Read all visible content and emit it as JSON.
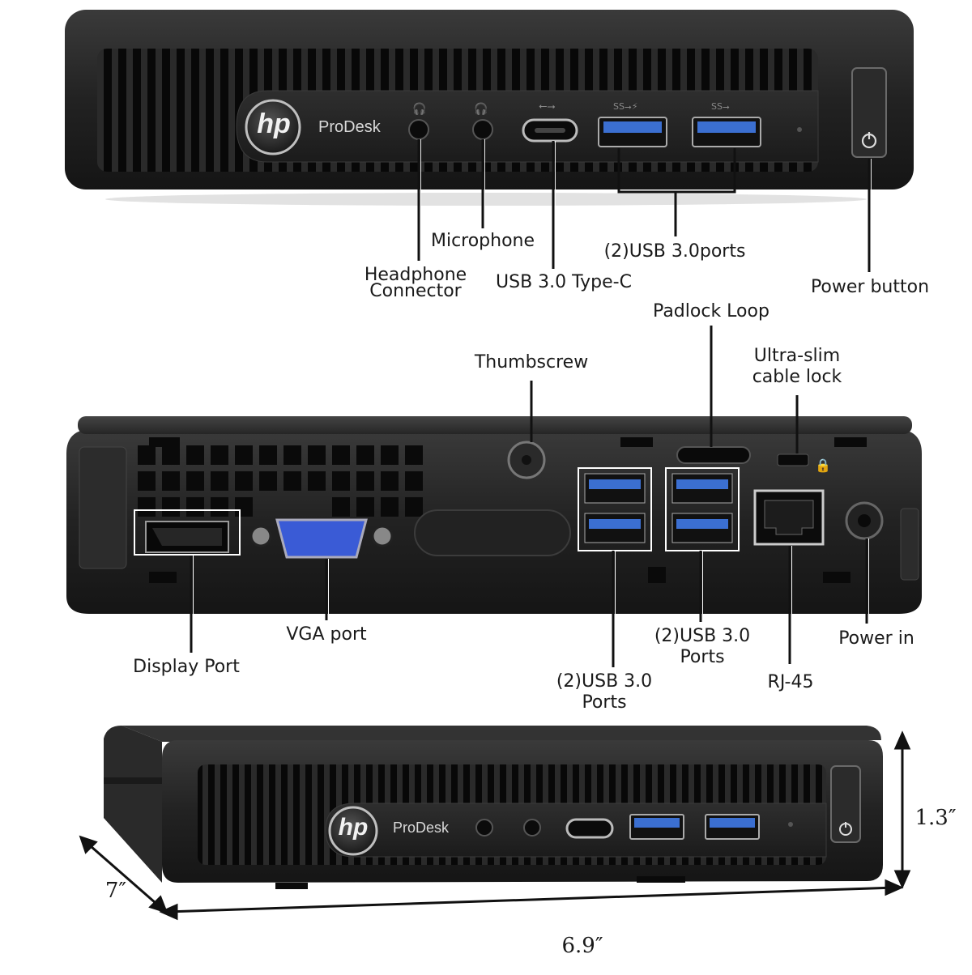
{
  "front": {
    "brand": "ProDesk",
    "logo": "hp",
    "labels": {
      "headphone": [
        "Headphone",
        "Connector"
      ],
      "microphone": "Microphone",
      "usb_c": "USB 3.0 Type-C",
      "usb_ports": "(2)USB 3.0ports",
      "power_button": "Power button"
    }
  },
  "rear": {
    "labels": {
      "padlock": "Padlock Loop",
      "thumbscrew": "Thumbscrew",
      "cable_lock": [
        "Ultra-slim",
        "cable lock"
      ],
      "display_port": "Display Port",
      "vga": "VGA port",
      "usb_left": [
        "(2)USB 3.0",
        "Ports"
      ],
      "usb_right": [
        "(2)USB 3.0",
        "Ports"
      ],
      "rj45": "RJ-45",
      "power_in": "Power in"
    }
  },
  "dimensions": {
    "brand": "ProDesk",
    "logo": "hp",
    "height": "1.3″",
    "depth": "7″",
    "width": "6.9″"
  },
  "colors": {
    "chassis": "#1e1e1e",
    "usb_blue": "#3b6fd1",
    "vga_blue": "#3a5bd6"
  }
}
